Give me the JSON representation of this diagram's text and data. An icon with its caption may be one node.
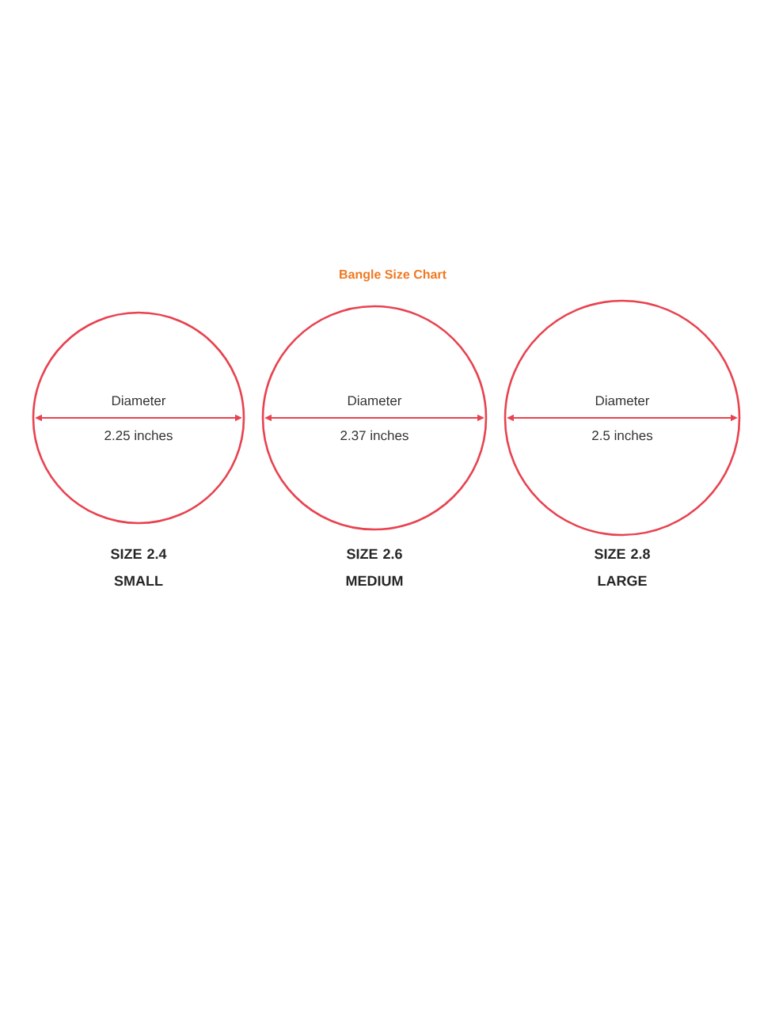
{
  "diagram": {
    "title": "Bangle Size Chart",
    "nodes": [
      {
        "text": [
          "Diameter",
          "2.25 inches"
        ],
        "beside": [
          "SIZE 2.4 SMALL"
        ]
      },
      {
        "text": [
          "Diameter",
          "2.37 inches"
        ],
        "beside": [
          "SIZE 2.6 MEDIUM"
        ]
      },
      {
        "text": [
          "Diameter",
          "2.5 inches"
        ],
        "beside": [
          "SIZE 2.8 LARGE"
        ]
      }
    ]
  }
}
